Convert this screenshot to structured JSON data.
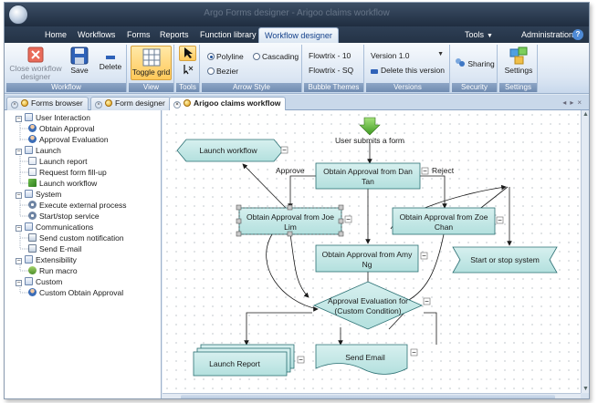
{
  "window": {
    "title": "Argo Forms designer - Arigoo claims workflow"
  },
  "menu_tabs": [
    "Home",
    "Workflows",
    "Forms",
    "Reports",
    "Function library",
    "Workflow designer"
  ],
  "menu_right": {
    "tools": "Tools",
    "administration": "Administration",
    "help": "?"
  },
  "ribbon": {
    "workflow_group": {
      "label": "Workflow",
      "close": "Close workflow designer",
      "save": "Save",
      "delete": "Delete"
    },
    "view_group": {
      "label": "View",
      "toggle_grid": "Toggle grid"
    },
    "tools_group": {
      "label": "Tools"
    },
    "arrow_group": {
      "label": "Arrow Style",
      "polyline": "Polyline",
      "cascading": "Cascading",
      "bezier": "Bezier"
    },
    "bubble_group": {
      "label": "Bubble Themes",
      "theme1": "Flowtrix - 10",
      "theme2": "Flowtrix - SQ"
    },
    "versions_group": {
      "label": "Versions",
      "version": "Version 1.0",
      "delete_version": "Delete this version"
    },
    "security_group": {
      "label": "Security",
      "sharing": "Sharing"
    },
    "settings_group": {
      "label": "Settings",
      "settings": "Settings"
    }
  },
  "doc_tabs": [
    "Forms browser",
    "Form designer",
    "Arigoo claims workflow"
  ],
  "tree": {
    "categories": [
      {
        "name": "User Interaction",
        "items": [
          "Obtain Approval",
          "Approval Evaluation"
        ]
      },
      {
        "name": "Launch",
        "items": [
          "Launch report",
          "Request form fill-up",
          "Launch workflow"
        ]
      },
      {
        "name": "System",
        "items": [
          "Execute external process",
          "Start/stop service"
        ]
      },
      {
        "name": "Communications",
        "items": [
          "Send custom notification",
          "Send E-mail"
        ]
      },
      {
        "name": "Extensibility",
        "items": [
          "Run macro"
        ]
      },
      {
        "name": "Custom",
        "items": [
          "Custom Obtain Approval"
        ]
      }
    ]
  },
  "workflow": {
    "start_label": "User submits a form",
    "approve_label": "Approve",
    "reject_label": "Reject",
    "launch_workflow": "Launch workflow",
    "approval_dan": [
      "Obtain Approval from Dan",
      "Tan"
    ],
    "approval_joe": [
      "Obtain Approval from Joe",
      "Lim"
    ],
    "approval_zoe": [
      "Obtain Approval from Zoe",
      "Chan"
    ],
    "approval_amy": [
      "Obtain Approval from Amy",
      "Ng"
    ],
    "start_stop": "Start or stop system",
    "evaluation": [
      "Approval Evaluation for",
      "(Custom Condition)"
    ],
    "launch_report": "Launch Report",
    "send_email": "Send Email",
    "collapse_symbol": "−"
  }
}
